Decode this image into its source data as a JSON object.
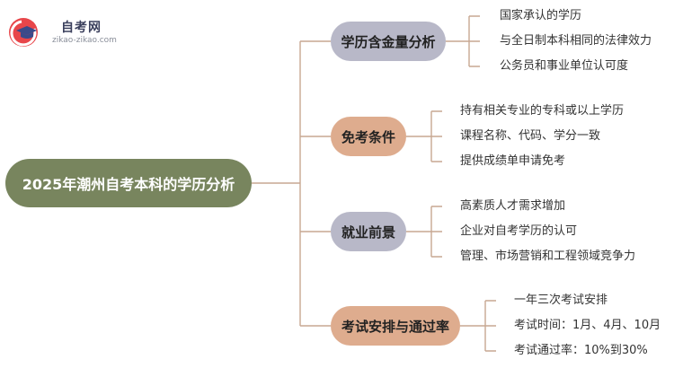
{
  "logo": {
    "name": "自考网",
    "url": "zikao-zikao.com"
  },
  "root": "2025年潮州自考本科的学历分析",
  "branches": [
    {
      "label": "学历含金量分析",
      "items": [
        "国家承认的学历",
        "与全日制本科相同的法律效力",
        "公务员和事业单位认可度"
      ]
    },
    {
      "label": "免考条件",
      "items": [
        "持有相关专业的专科或以上学历",
        "课程名称、代码、学分一致",
        "提供成绩单申请免考"
      ]
    },
    {
      "label": "就业前景",
      "items": [
        "高素质人才需求增加",
        "企业对自考学历的认可",
        "管理、市场营销和工程领域竞争力"
      ]
    },
    {
      "label": "考试安排与通过率",
      "items": [
        "一年三次考试安排",
        "考试时间：1月、4月、10月",
        "考试通过率：10%到30%"
      ]
    }
  ],
  "colors": {
    "root": "#78855e",
    "branch_lavender": "#b8b8c8",
    "branch_peach": "#deac8e",
    "connector": "#c7a792"
  }
}
